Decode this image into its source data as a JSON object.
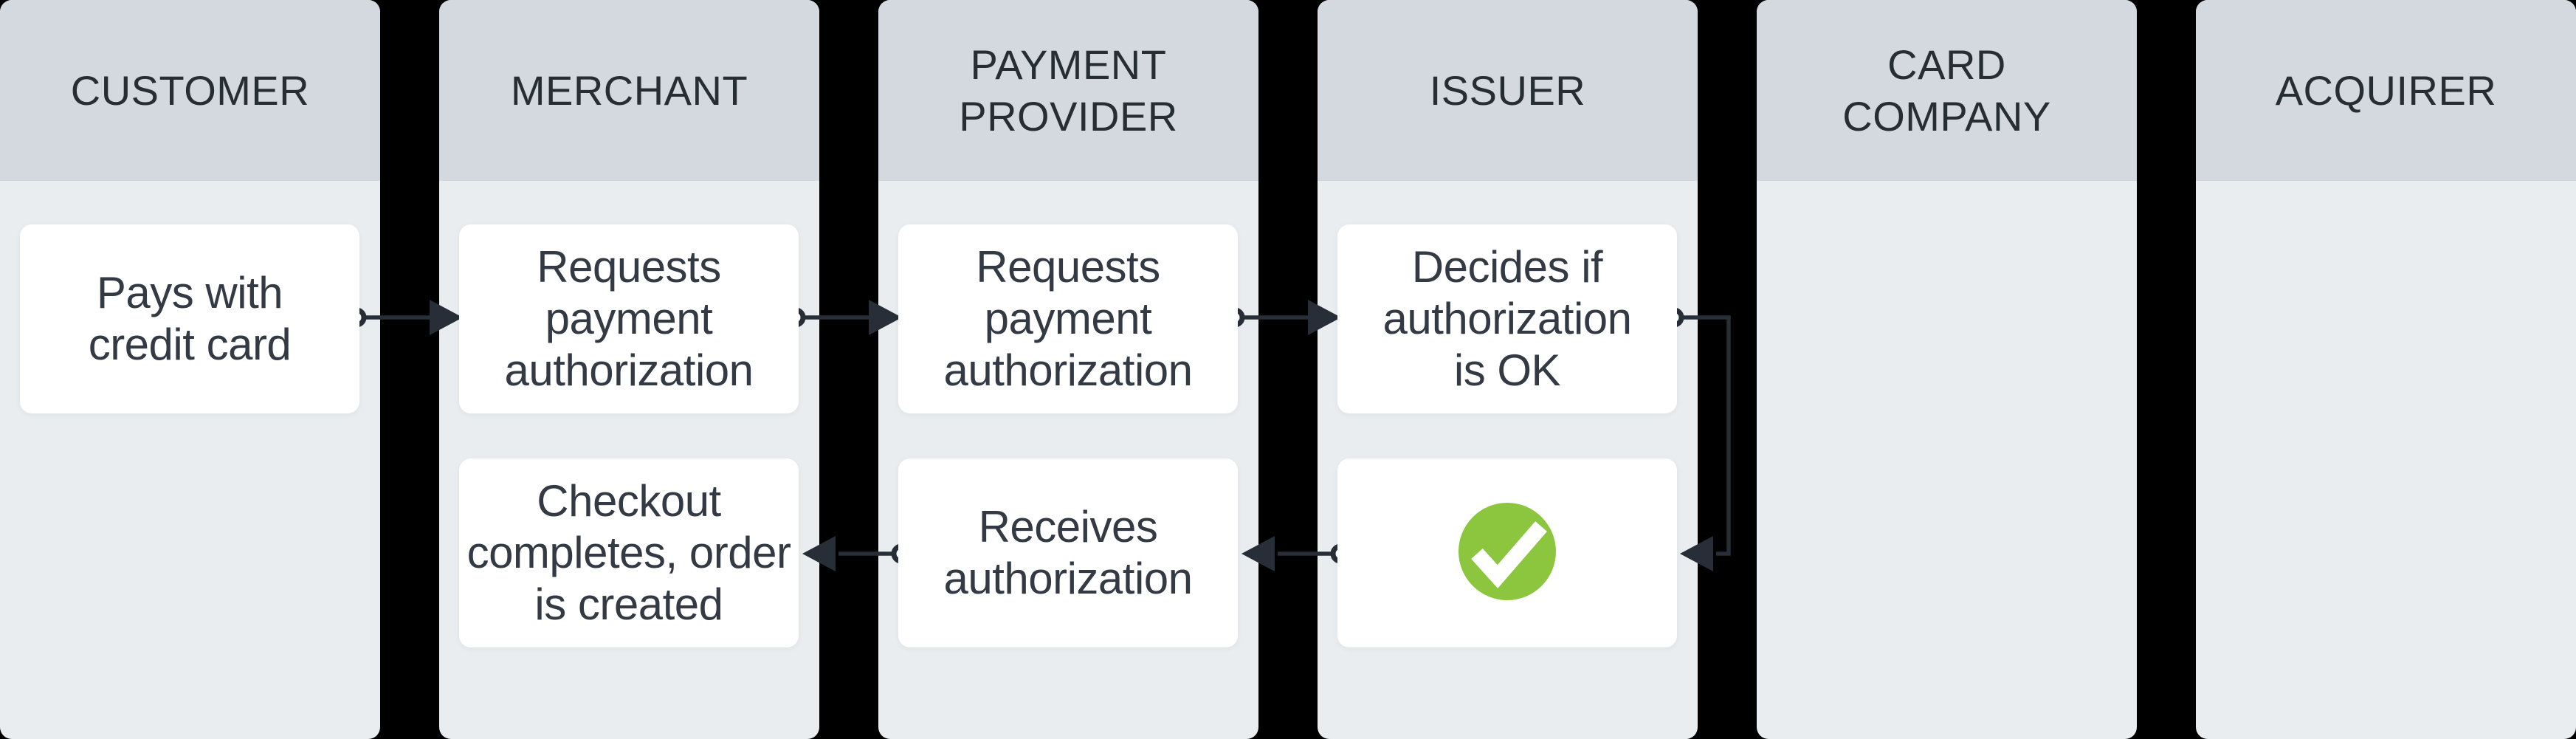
{
  "diagram_type": "swimlane-flowchart",
  "colors": {
    "background": "#000000",
    "lane_header": "#d3d9df",
    "lane_body": "#e9edf0",
    "node_bg": "#ffffff",
    "text": "#333a44",
    "header_text": "#272d35",
    "connector": "#272e37",
    "success_green": "#8cc63f"
  },
  "lanes": [
    {
      "id": "customer",
      "label": "CUSTOMER"
    },
    {
      "id": "merchant",
      "label": "MERCHANT"
    },
    {
      "id": "payment-provider",
      "label": "PAYMENT\nPROVIDER"
    },
    {
      "id": "issuer",
      "label": "ISSUER"
    },
    {
      "id": "card-company",
      "label": "CARD\nCOMPANY"
    },
    {
      "id": "acquirer",
      "label": "ACQUIRER"
    }
  ],
  "nodes": [
    {
      "id": "customer-pays",
      "lane": "customer",
      "row": 1,
      "label": "Pays with\ncredit card"
    },
    {
      "id": "merchant-requests-auth",
      "lane": "merchant",
      "row": 1,
      "label": "Requests\npayment\nauthorization"
    },
    {
      "id": "provider-requests-auth",
      "lane": "payment-provider",
      "row": 1,
      "label": "Requests\npayment\nauthorization"
    },
    {
      "id": "issuer-decides",
      "lane": "issuer",
      "row": 1,
      "label": "Decides if\nauthorization\nis OK"
    },
    {
      "id": "merchant-checkout-completes",
      "lane": "merchant",
      "row": 2,
      "label": "Checkout\ncompletes, order\nis created"
    },
    {
      "id": "provider-receives-auth",
      "lane": "payment-provider",
      "row": 2,
      "label": "Receives\nauthorization"
    },
    {
      "id": "issuer-authorization-ok",
      "lane": "issuer",
      "row": 2,
      "label": "",
      "icon": "check-circle"
    }
  ],
  "connectors": [
    {
      "from": "customer-pays",
      "to": "merchant-requests-auth",
      "shape": "straight-right"
    },
    {
      "from": "merchant-requests-auth",
      "to": "provider-requests-auth",
      "shape": "straight-right"
    },
    {
      "from": "provider-requests-auth",
      "to": "issuer-decides",
      "shape": "straight-right"
    },
    {
      "from": "issuer-decides",
      "to": "issuer-authorization-ok",
      "shape": "elbow-down-left"
    },
    {
      "from": "issuer-authorization-ok",
      "to": "provider-receives-auth",
      "shape": "straight-left"
    },
    {
      "from": "provider-receives-auth",
      "to": "merchant-checkout-completes",
      "shape": "straight-left"
    }
  ]
}
